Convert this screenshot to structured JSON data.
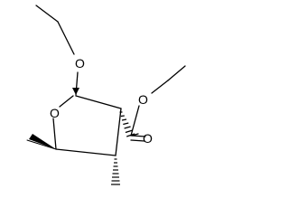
{
  "molecule": {
    "atoms": {
      "ether_oxygen": "O",
      "ring_oxygen": "O",
      "carbonyl_oxygen": "O",
      "ester_oxygen": "O"
    }
  },
  "colors": {
    "bond": "#000000",
    "background": "#ffffff"
  }
}
